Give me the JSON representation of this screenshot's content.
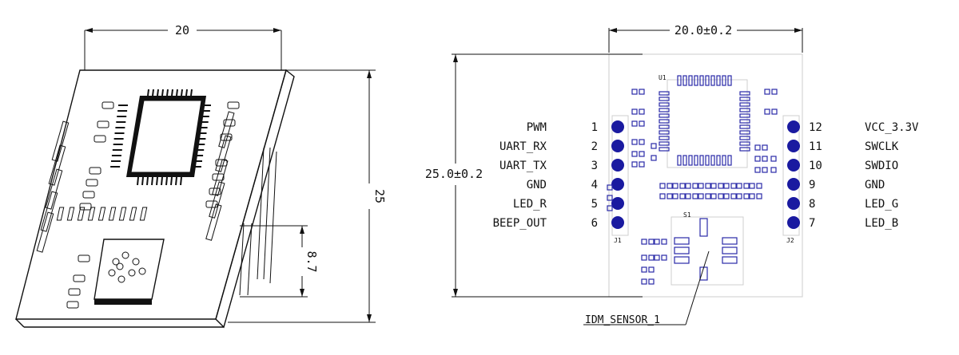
{
  "left_view": {
    "width_label": "20",
    "height_label": "25",
    "depth_label": "8.7"
  },
  "right_view": {
    "width_label": "20.0±0.2",
    "height_label": "25.0±0.2",
    "left_pins": [
      {
        "num": "1",
        "name": "PWM"
      },
      {
        "num": "2",
        "name": "UART_RX"
      },
      {
        "num": "3",
        "name": "UART_TX"
      },
      {
        "num": "4",
        "name": "GND"
      },
      {
        "num": "5",
        "name": "LED_R"
      },
      {
        "num": "6",
        "name": "BEEP_OUT"
      }
    ],
    "right_pins": [
      {
        "num": "12",
        "name": "VCC_3.3V"
      },
      {
        "num": "11",
        "name": "SWCLK"
      },
      {
        "num": "10",
        "name": "SWDIO"
      },
      {
        "num": "9",
        "name": "GND"
      },
      {
        "num": "8",
        "name": "LED_G"
      },
      {
        "num": "7",
        "name": "LED_B"
      }
    ],
    "silk_labels": {
      "u1": "U1",
      "s1": "S1",
      "j1": "J1",
      "j2": "J2"
    },
    "callout": "IDM_SENSOR_1"
  },
  "colors": {
    "pad": "#2a2aa8",
    "pcb_outline": "#d4d4d4"
  }
}
